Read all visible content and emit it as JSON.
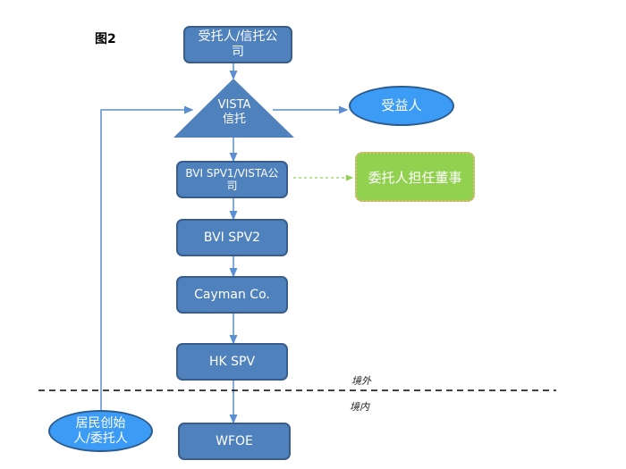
{
  "figure_label": "图2",
  "nodes": {
    "trustee": "受托人/信托公司",
    "vista_trust_line1": "VISTA",
    "vista_trust_line2": "信托",
    "beneficiary": "受益人",
    "bvi_spv1": "BVI SPV1/VISTA公司",
    "director": "委托人担任董事",
    "bvi_spv2": "BVI SPV2",
    "cayman": "Cayman Co.",
    "hk_spv": "HK SPV",
    "wfoe": "WFOE",
    "founder": "居民创始人/委托人"
  },
  "labels": {
    "offshore": "境外",
    "onshore": "境内"
  },
  "colors": {
    "box_fill": "#4f81bd",
    "ellipse_fill": "#3c9bf5",
    "green_fill": "#92d050",
    "connector": "#5b8fd1"
  }
}
